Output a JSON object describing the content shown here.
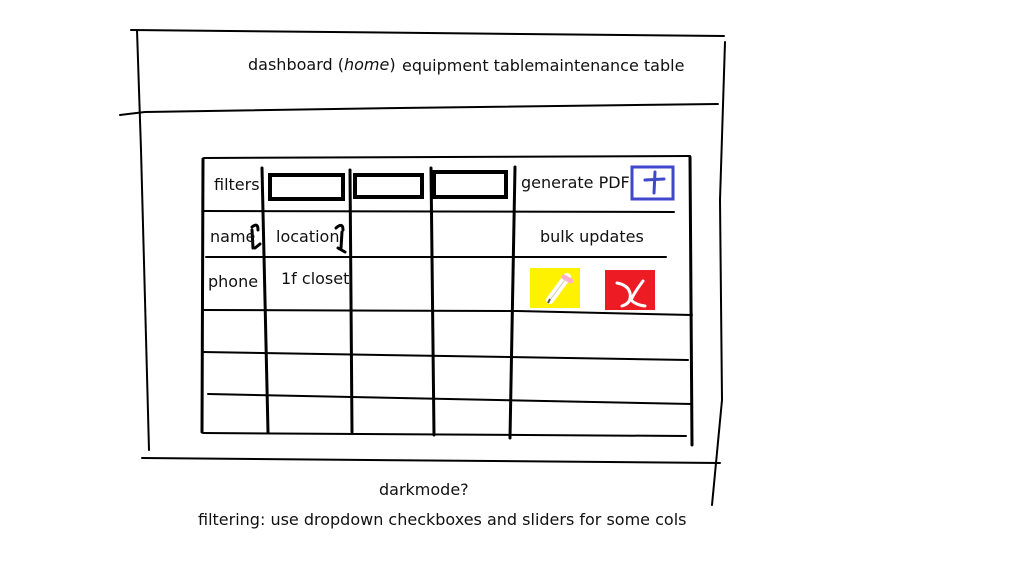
{
  "nav": {
    "dashboard_label": "dashboard (",
    "dashboard_home": "home",
    "dashboard_close": ")",
    "equipment_label": "equipment table",
    "maintenance_label": "maintenance table"
  },
  "table": {
    "filters_label": "filters",
    "generate_pdf_label": "generate PDF",
    "add_icon": "plus-icon",
    "columns": [
      {
        "label": "name",
        "sort_icon": "sort-icon"
      },
      {
        "label": "location",
        "sort_icon": "sort-icon"
      }
    ],
    "bulk_updates_label": "bulk updates",
    "rows": [
      {
        "name": "phone",
        "location": "1f closet",
        "edit_icon": "pencil-icon",
        "delete_icon": "x-icon"
      }
    ]
  },
  "notes": {
    "darkmode": "darkmode?",
    "filtering": "filtering: use dropdown checkboxes and sliders for some cols"
  },
  "colors": {
    "add_button_border": "#3f48cc",
    "edit_button_bg": "#fff200",
    "delete_button_bg": "#ed1c24"
  }
}
